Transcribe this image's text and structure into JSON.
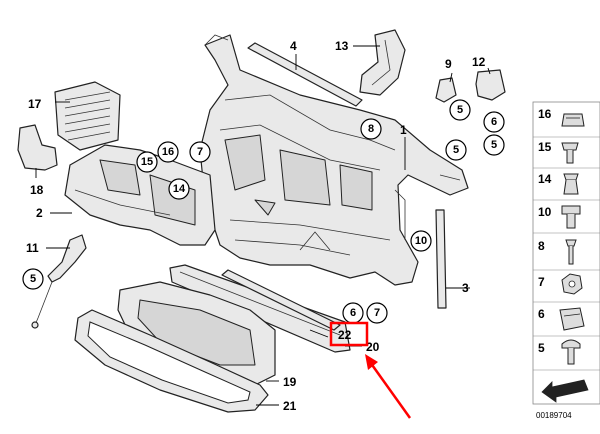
{
  "callouts": {
    "c1": "1",
    "c2": "2",
    "c4": "4",
    "c5a": "5",
    "c5b": "5",
    "c5c": "5",
    "c5d": "5",
    "c6a": "6",
    "c6b": "6",
    "c7a": "7",
    "c7b": "7",
    "c8": "8",
    "c9": "9",
    "c10": "10",
    "c11": "11",
    "c12": "12",
    "c13": "13",
    "c14": "14",
    "c15": "15",
    "c16": "16",
    "c17": "17",
    "c18": "18",
    "c3": "3",
    "c19": "19",
    "c20": "20",
    "c21": "21",
    "c22": "22"
  },
  "legend": {
    "items": [
      "16",
      "15",
      "14",
      "10",
      "8",
      "7",
      "6",
      "5"
    ]
  },
  "reference_number": "00189704",
  "colors": {
    "highlight": "#ff0000",
    "arrow": "#ff0000"
  }
}
